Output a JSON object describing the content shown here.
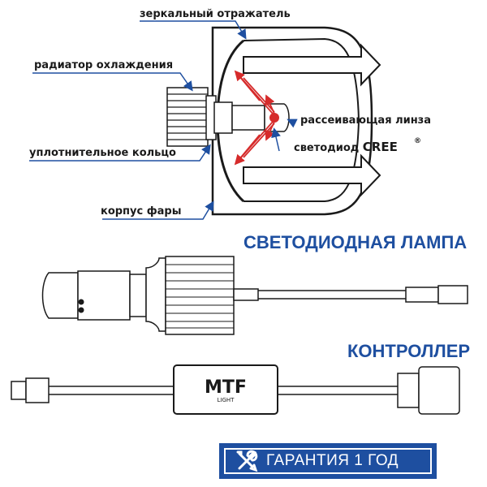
{
  "headlight_labels": {
    "reflector": "зеркальный отражатель",
    "radiator": "радиатор охлаждения",
    "lens": "рассеивающая линза",
    "led": "светодиод",
    "led_brand": "CREE",
    "led_reg": "®",
    "seal_ring": "уплотнительное кольцо",
    "housing": "корпус фары"
  },
  "sections": {
    "lamp_title": "СВЕТОДИОДНАЯ ЛАМПА",
    "controller_title": "КОНТРОЛЛЕР"
  },
  "controller_logo": {
    "brand": "MTF",
    "sub": "LIGHT"
  },
  "warranty": {
    "text": "ГАРАНТИЯ 1 ГОД",
    "icon": "wrench-screwdriver-icon"
  },
  "colors": {
    "accent_blue": "#1e4fa0",
    "ray_red": "#d62b2b",
    "line_dark": "#1a1a1a"
  }
}
